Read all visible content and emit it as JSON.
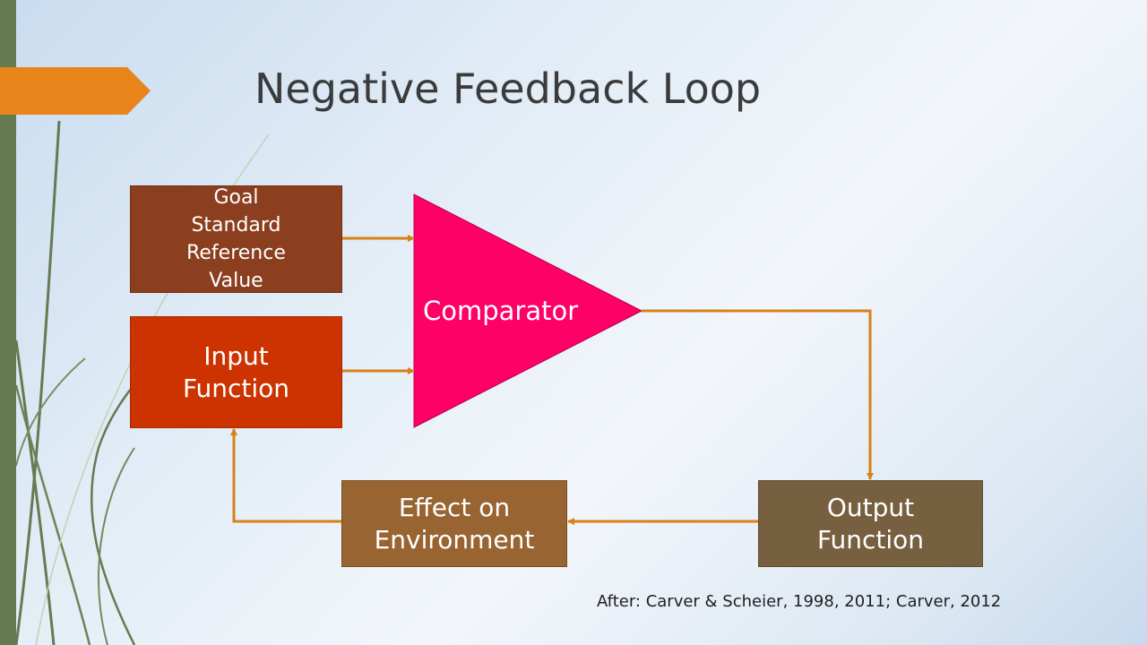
{
  "slide": {
    "title": "Negative Feedback Loop",
    "citation": "After:  Carver & Scheier, 1998, 2011; Carver, 2012"
  },
  "diagram": {
    "goal_lines": [
      "Goal",
      "Standard",
      "Reference",
      "Value"
    ],
    "input_lines": [
      "Input",
      "Function"
    ],
    "comparator_label": "Comparator",
    "output_lines": [
      "Output",
      "Function"
    ],
    "effect_lines": [
      "Effect on",
      "Environment"
    ]
  },
  "colors": {
    "accent_orange": "#e8841a",
    "sidebar_green": "#667a52",
    "goal_box": "#8c3f1f",
    "input_box": "#cc3300",
    "comparator": "#ff0066",
    "effect_box": "#986432",
    "output_box": "#76603f",
    "connector": "#d9801a"
  }
}
